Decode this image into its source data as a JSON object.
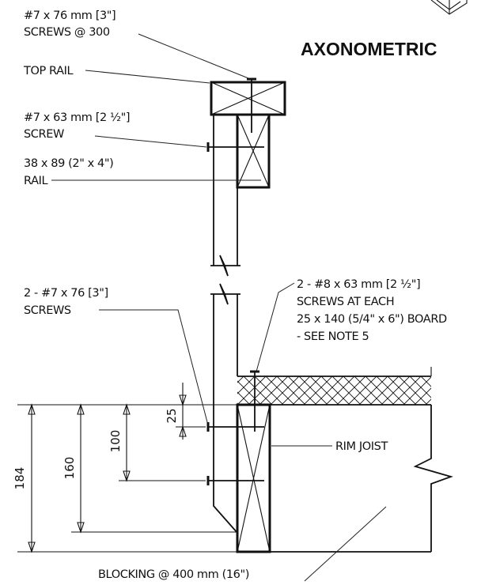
{
  "heading": "AXONOMETRIC",
  "labels": {
    "top_screws_line1": "#7 x 76 mm [3\"]",
    "top_screws_line2": "SCREWS @ 300",
    "top_rail": "TOP RAIL",
    "rail_screw_line1": "#7 x 63 mm [2 ½\"]",
    "rail_screw_line2": "SCREW",
    "rail_line1": "38 x 89 (2\" x 4\")",
    "rail_line2": "RAIL",
    "post_screws_line1": "2 - #7 x 76 [3\"]",
    "post_screws_line2": "SCREWS",
    "board_screws_line1": "2 - #8 x 63 mm [2 ½\"]",
    "board_screws_line2": "SCREWS AT EACH",
    "board_screws_line3": "25 x 140 (5/4\" x 6\") BOARD",
    "board_screws_line4": "- SEE NOTE 5",
    "rim_joist": "RIM JOIST",
    "blocking": "BLOCKING @ 400 mm (16\")"
  },
  "dimensions": {
    "d25": "25",
    "d100": "100",
    "d160": "160",
    "d184": "184"
  }
}
